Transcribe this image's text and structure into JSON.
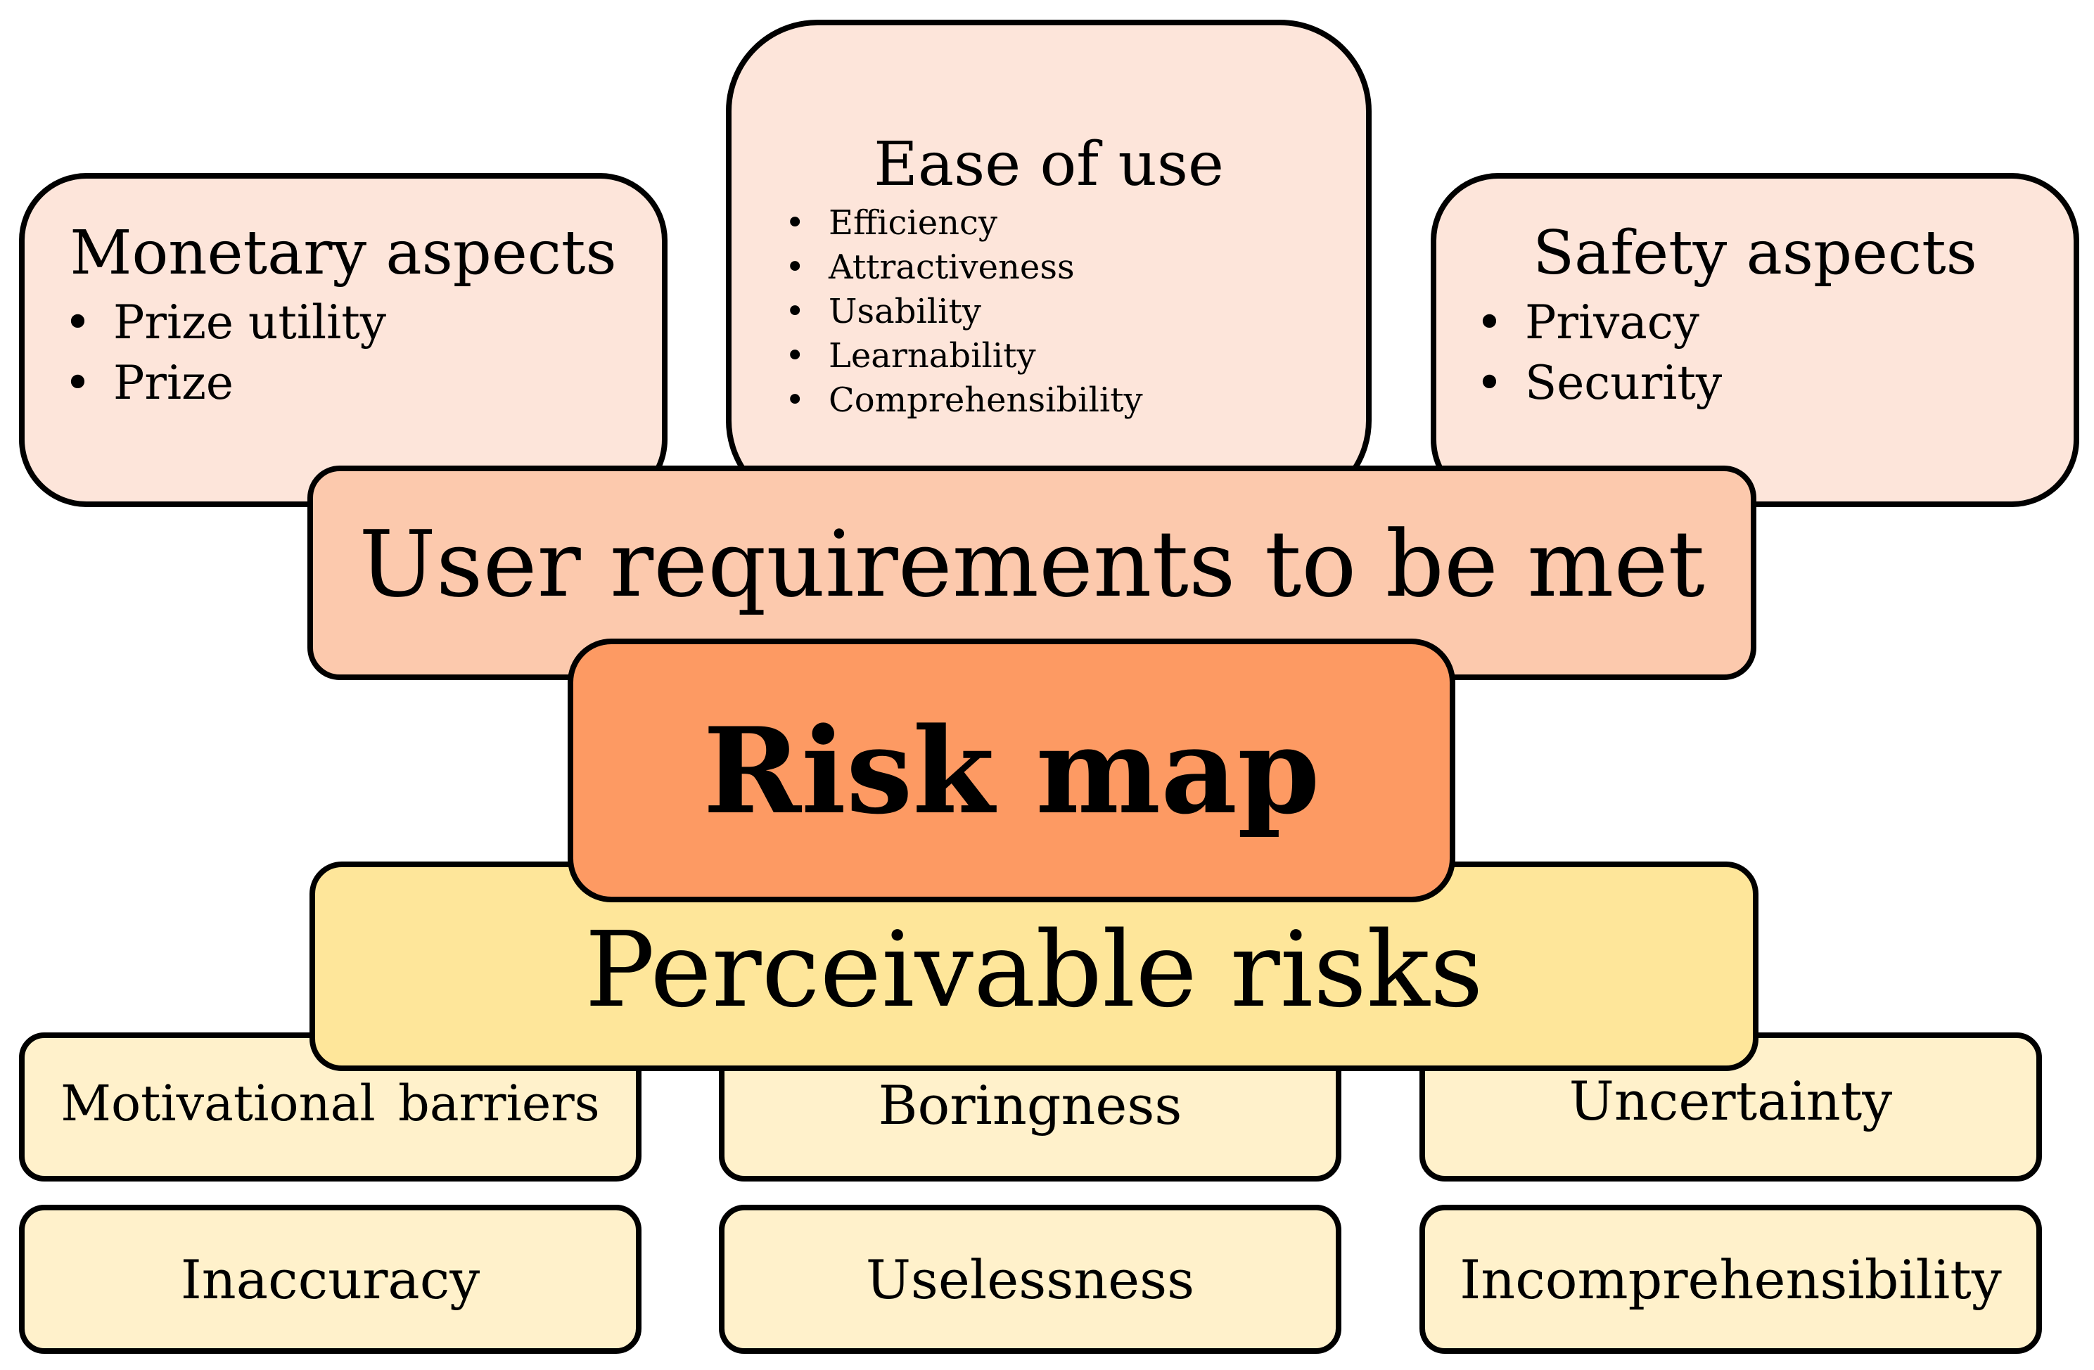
{
  "top_boxes": {
    "monetary": {
      "title": "Monetary aspects",
      "items": [
        "Prize utility",
        "Prize"
      ]
    },
    "ease": {
      "title": "Ease of use",
      "items": [
        "Efficiency",
        "Attractiveness",
        "Usability",
        "Learnability",
        "Comprehensibility"
      ]
    },
    "safety": {
      "title": "Safety aspects",
      "items": [
        "Privacy",
        "Security"
      ]
    }
  },
  "user_requirements": "User requirements to be met",
  "risk_map": "Risk map",
  "perceivable_risks": "Perceivable risks",
  "bottom_boxes": {
    "motivational": "Motivational  barriers",
    "boringness": "Boringness",
    "uncertainty": "Uncertainty",
    "inaccuracy": "Inaccuracy",
    "uselessness": "Uselessness",
    "incomprehensibility": "Incomprehensibility"
  },
  "colors": {
    "top_box_fill": "#fde5da",
    "user_requirements_fill": "#fcc9ad",
    "risk_map_fill": "#fd9a63",
    "perceivable_risks_fill": "#fee69a",
    "bottom_box_fill": "#fff1cb",
    "border": "#000000"
  }
}
